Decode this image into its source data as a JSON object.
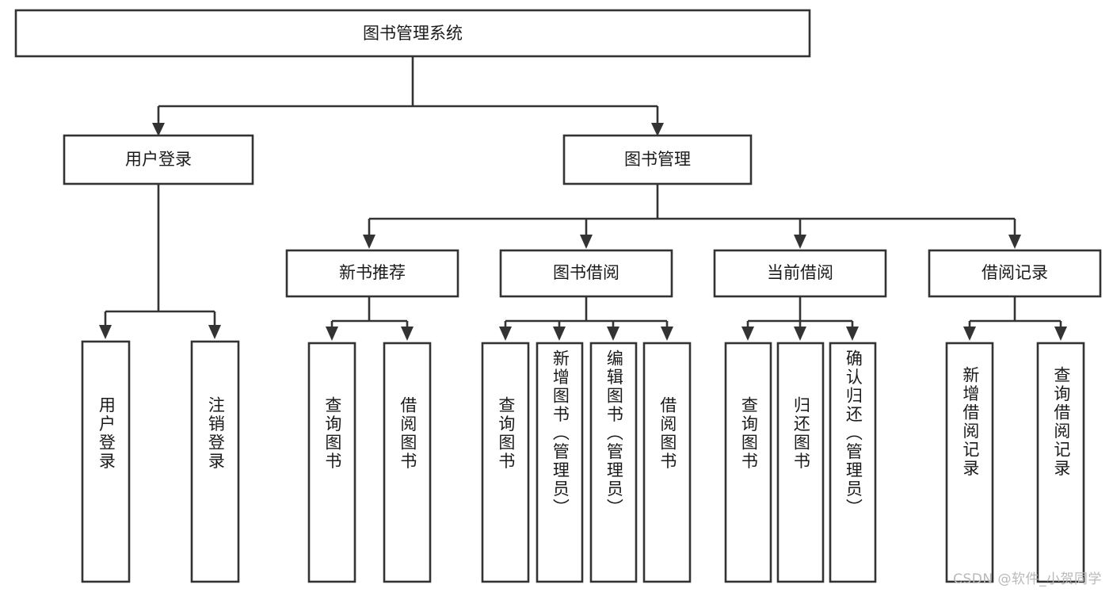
{
  "diagram": {
    "title": "图书管理系统",
    "type": "tree",
    "watermark": "CSDN @软件_小贺同学",
    "colors": {
      "box_fill": "#ffffff",
      "box_stroke": "#333333",
      "text": "#1a1a1a",
      "background": "#ffffff",
      "watermark": "#b9b9b9"
    },
    "root": {
      "label": "图书管理系统"
    },
    "level2": [
      {
        "label": "用户登录"
      },
      {
        "label": "图书管理"
      }
    ],
    "level3": [
      {
        "label": "新书推荐"
      },
      {
        "label": "图书借阅"
      },
      {
        "label": "当前借阅"
      },
      {
        "label": "借阅记录"
      }
    ],
    "leaves": {
      "user_login": [
        {
          "label": "用户登录"
        },
        {
          "label": "注销登录"
        }
      ],
      "new_book": [
        {
          "label": "查询图书"
        },
        {
          "label": "借阅图书"
        }
      ],
      "book_borrow": [
        {
          "label": "查询图书"
        },
        {
          "label": "新增图书（管理员）"
        },
        {
          "label": "编辑图书（管理员）"
        },
        {
          "label": "借阅图书"
        }
      ],
      "current_borrow": [
        {
          "label": "查询图书"
        },
        {
          "label": "归还图书"
        },
        {
          "label": "确认归还（管理员）"
        }
      ],
      "borrow_record": [
        {
          "label": "新增借阅记录"
        },
        {
          "label": "查询借阅记录"
        }
      ]
    }
  }
}
